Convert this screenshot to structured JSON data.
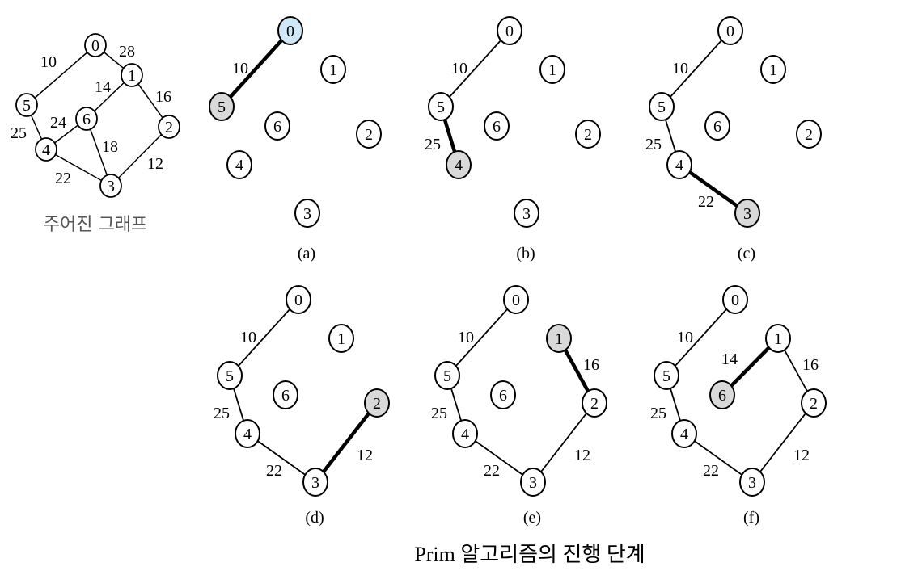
{
  "given_graph": {
    "label": "주어진 그래프",
    "nodes": [
      "0",
      "1",
      "2",
      "3",
      "4",
      "5",
      "6"
    ],
    "edges": [
      {
        "from": "0",
        "to": "5",
        "weight": "10"
      },
      {
        "from": "0",
        "to": "1",
        "weight": "28"
      },
      {
        "from": "1",
        "to": "6",
        "weight": "14"
      },
      {
        "from": "1",
        "to": "2",
        "weight": "16"
      },
      {
        "from": "5",
        "to": "4",
        "weight": "25"
      },
      {
        "from": "6",
        "to": "4",
        "weight": "24"
      },
      {
        "from": "6",
        "to": "3",
        "weight": "18"
      },
      {
        "from": "4",
        "to": "3",
        "weight": "22"
      },
      {
        "from": "2",
        "to": "3",
        "weight": "12"
      }
    ]
  },
  "steps": [
    {
      "caption": "(a)",
      "visible_edges": [
        {
          "from": "0",
          "to": "5",
          "weight": "10",
          "new": true
        }
      ],
      "highlight": "5",
      "start": "0"
    },
    {
      "caption": "(b)",
      "visible_edges": [
        {
          "from": "0",
          "to": "5",
          "weight": "10"
        },
        {
          "from": "5",
          "to": "4",
          "weight": "25",
          "new": true
        }
      ],
      "highlight": "4"
    },
    {
      "caption": "(c)",
      "visible_edges": [
        {
          "from": "0",
          "to": "5",
          "weight": "10"
        },
        {
          "from": "5",
          "to": "4",
          "weight": "25"
        },
        {
          "from": "4",
          "to": "3",
          "weight": "22",
          "new": true
        }
      ],
      "highlight": "3"
    },
    {
      "caption": "(d)",
      "visible_edges": [
        {
          "from": "0",
          "to": "5",
          "weight": "10"
        },
        {
          "from": "5",
          "to": "4",
          "weight": "25"
        },
        {
          "from": "4",
          "to": "3",
          "weight": "22"
        },
        {
          "from": "3",
          "to": "2",
          "weight": "12",
          "new": true
        }
      ],
      "highlight": "2"
    },
    {
      "caption": "(e)",
      "visible_edges": [
        {
          "from": "0",
          "to": "5",
          "weight": "10"
        },
        {
          "from": "5",
          "to": "4",
          "weight": "25"
        },
        {
          "from": "4",
          "to": "3",
          "weight": "22"
        },
        {
          "from": "3",
          "to": "2",
          "weight": "12"
        },
        {
          "from": "2",
          "to": "1",
          "weight": "16",
          "new": true
        }
      ],
      "highlight": "1"
    },
    {
      "caption": "(f)",
      "visible_edges": [
        {
          "from": "0",
          "to": "5",
          "weight": "10"
        },
        {
          "from": "5",
          "to": "4",
          "weight": "25"
        },
        {
          "from": "4",
          "to": "3",
          "weight": "22"
        },
        {
          "from": "3",
          "to": "2",
          "weight": "12"
        },
        {
          "from": "2",
          "to": "1",
          "weight": "16"
        },
        {
          "from": "1",
          "to": "6",
          "weight": "14",
          "new": true
        }
      ],
      "highlight": "6"
    }
  ],
  "title": "Prim 알고리즘의  진행 단계",
  "colors": {
    "start_fill": "#cfe7f7",
    "highlight_fill": "#d9d9d9",
    "edge": "#000000",
    "node_fill": "#ffffff"
  }
}
